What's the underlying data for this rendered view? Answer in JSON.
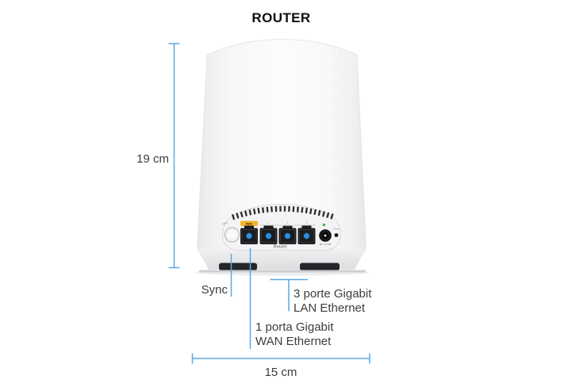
{
  "title": "ROUTER",
  "dimensions": {
    "height": "19 cm",
    "width": "15 cm"
  },
  "callouts": {
    "sync": "Sync",
    "wan_line1": "1 porta Gigabit",
    "wan_line2": "WAN Ethernet",
    "lan_line1": "3 porte Gigabit",
    "lan_line2": "LAN Ethernet"
  },
  "panel": {
    "sync_button": "Sync",
    "wan_tag": "WAN",
    "port_numbers": [
      "1",
      "2",
      "3"
    ],
    "lan_group": "LAN",
    "reset": "Reset",
    "device": "Router"
  },
  "colors": {
    "callout_blue": "#5BA7E2",
    "wan_yellow": "#F3B229",
    "port_blue": "#2E8FE0",
    "led_green": "#3CB54A"
  }
}
